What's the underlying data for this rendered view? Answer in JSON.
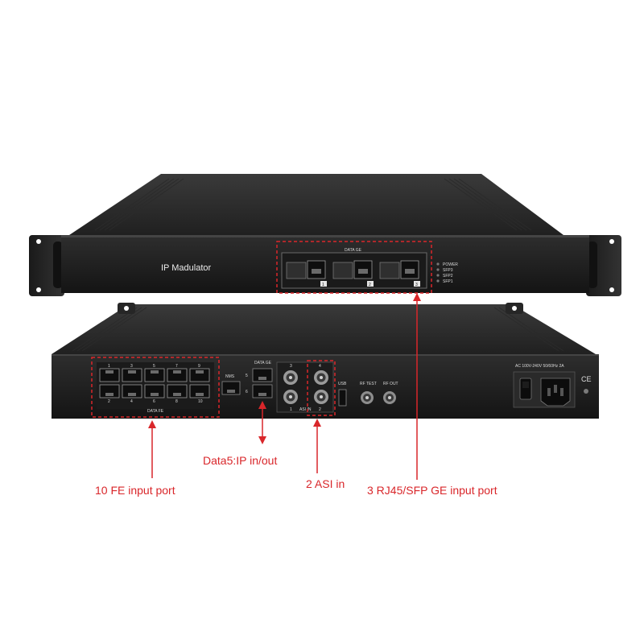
{
  "front_panel": {
    "device_title": "IP Madulator",
    "ge_section_label": "DATA GE",
    "port_numbers": [
      "1",
      "2",
      "3"
    ],
    "led_labels": [
      "POWER",
      "SFP3",
      "SFP2",
      "SFP1"
    ]
  },
  "rear_panel": {
    "fe_section_label": "DATA FE",
    "fe_top_numbers": [
      "1",
      "3",
      "5",
      "7",
      "9"
    ],
    "fe_bottom_numbers": [
      "2",
      "4",
      "6",
      "8",
      "10"
    ],
    "nms_label": "NMS",
    "ge_label": "DATA GE",
    "ge_numbers": [
      "5",
      "6"
    ],
    "asi_top_numbers": [
      "3",
      "4"
    ],
    "asi_bottom_numbers": [
      "1",
      "2"
    ],
    "asi_label": "ASI IN",
    "usb_label": "USB",
    "rf_test_label": "RF TEST",
    "rf_out_label": "RF OUT",
    "power_rating": "AC 100V-240V 50/60Hz 2A",
    "ce_mark": "CE"
  },
  "callouts": {
    "fe": "10 FE input port",
    "data5": "Data5:IP in/out",
    "asi": "2 ASI in",
    "ge": "3 RJ45/SFP GE input port"
  },
  "colors": {
    "callout": "#d9262a",
    "chassis": "#1e1e1e",
    "panel": "#2a2a2a"
  }
}
